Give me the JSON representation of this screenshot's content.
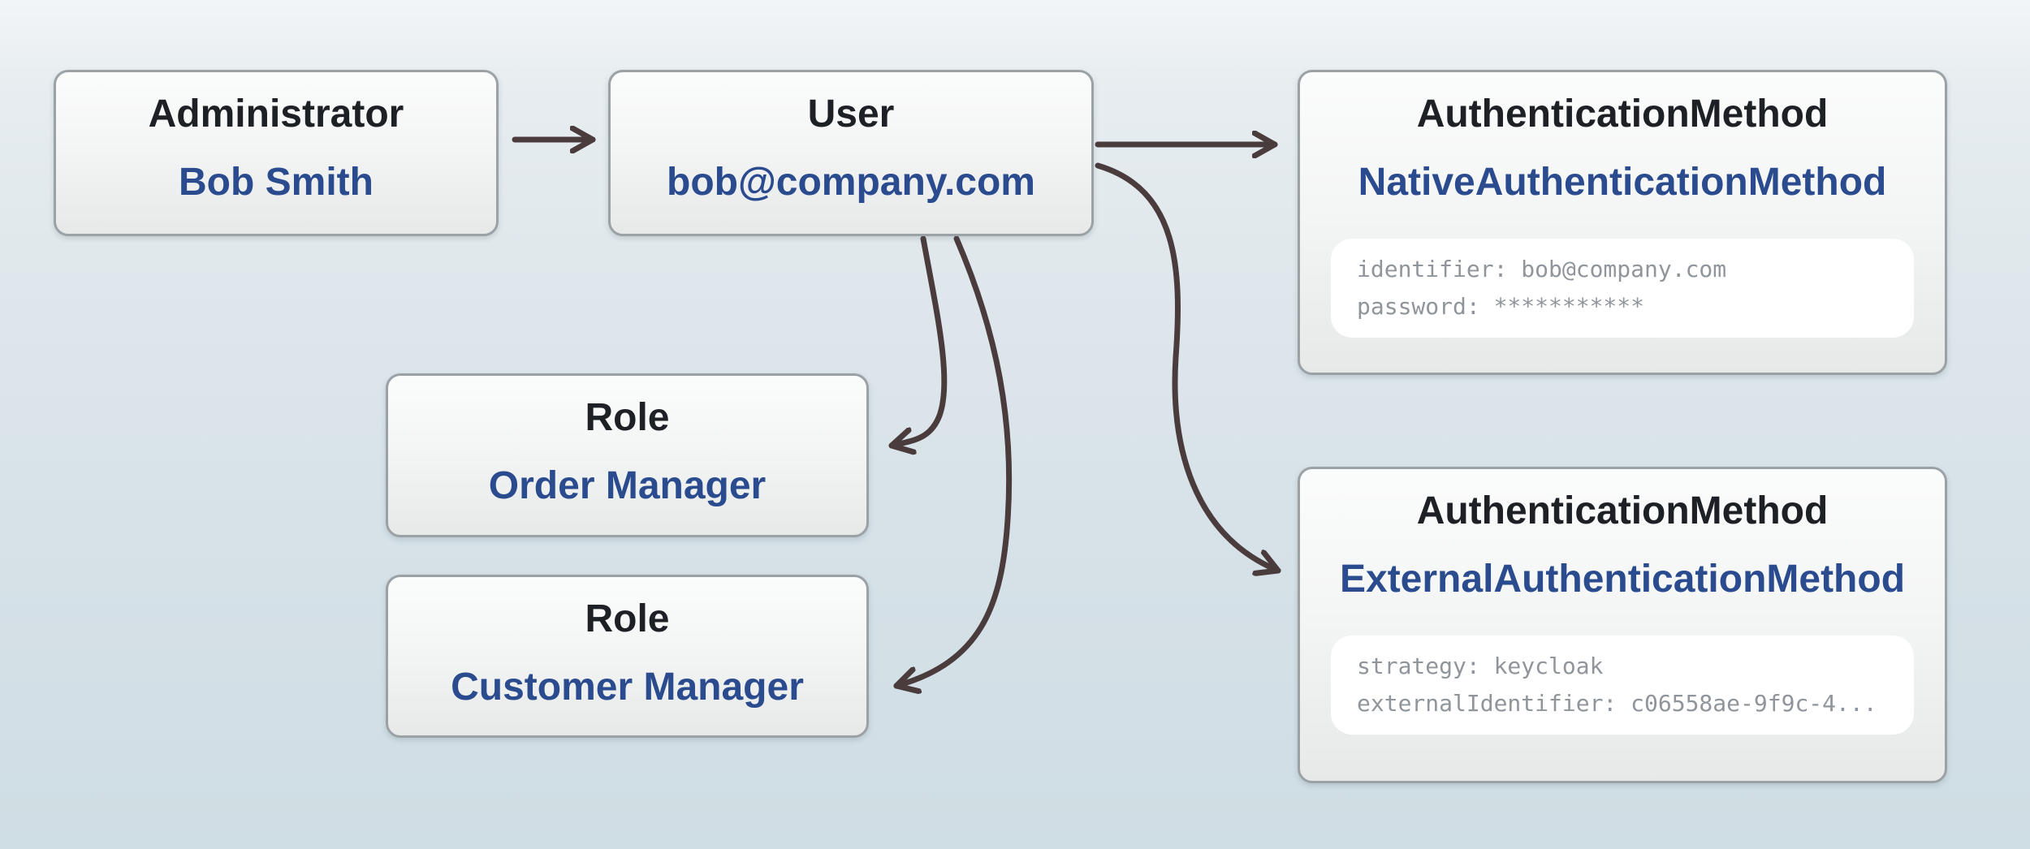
{
  "diagram": {
    "background_top": "#f2f5f7",
    "background_bottom": "#cfdde4",
    "box_border_color": "#9ba2a6",
    "title_text_color": "#1d2025",
    "value_text_color": "#2b4b8f",
    "code_text_color": "#8f959b",
    "code_background": "#ffffff",
    "arrow_color": "#4a3b3c",
    "nodes": [
      {
        "id": "administrator",
        "type_label": "Administrator",
        "value": "Bob Smith"
      },
      {
        "id": "user",
        "type_label": "User",
        "value": "bob@company.com"
      },
      {
        "id": "native-auth",
        "type_label": "AuthenticationMethod",
        "value": "NativeAuthenticationMethod",
        "attributes": [
          "identifier: bob@company.com",
          "password: ***********"
        ]
      },
      {
        "id": "role-order",
        "type_label": "Role",
        "value": "Order Manager"
      },
      {
        "id": "role-customer",
        "type_label": "Role",
        "value": "Customer Manager"
      },
      {
        "id": "external-auth",
        "type_label": "AuthenticationMethod",
        "value": "ExternalAuthenticationMethod",
        "attributes": [
          "strategy: keycloak",
          "externalIdentifier: c06558ae-9f9c-4..."
        ]
      }
    ],
    "edges": [
      {
        "from": "administrator",
        "to": "user"
      },
      {
        "from": "user",
        "to": "native-auth"
      },
      {
        "from": "user",
        "to": "external-auth"
      },
      {
        "from": "user",
        "to": "role-order"
      },
      {
        "from": "user",
        "to": "role-customer"
      }
    ]
  }
}
